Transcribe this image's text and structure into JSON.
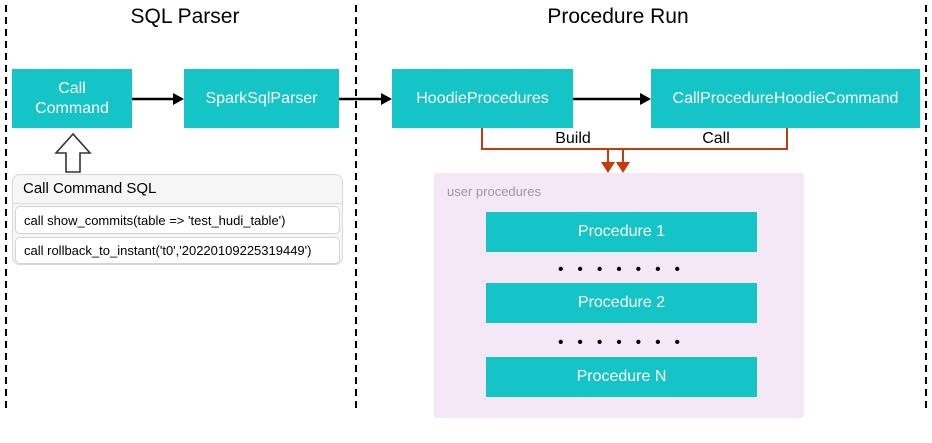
{
  "sections": {
    "sql_parser": {
      "title": "SQL Parser"
    },
    "procedure_run": {
      "title": "Procedure Run"
    }
  },
  "nodes": {
    "call_command": "Call\nCommand",
    "spark_sql_parser": "SparkSqlParser",
    "hoodie_procedures": "HoodieProcedures",
    "call_procedure_hoodie_command": "CallProcedureHoodieCommand"
  },
  "edge_labels": {
    "build": "Build",
    "call": "Call"
  },
  "sql_panel": {
    "title": "Call Command SQL",
    "rows": [
      "call show_commits(table => 'test_hudi_table')",
      "call rollback_to_instant('t0','20220109225319449')"
    ]
  },
  "user_procedures": {
    "label": "user procedures",
    "items": [
      "Procedure 1",
      "Procedure 2",
      "Procedure N"
    ],
    "dots": "• • • • • • •"
  },
  "colors": {
    "teal": "#14c4c6",
    "red": "#c53c0c",
    "lavender": "#f4e7f6",
    "gray_text": "#9b9b9b"
  }
}
